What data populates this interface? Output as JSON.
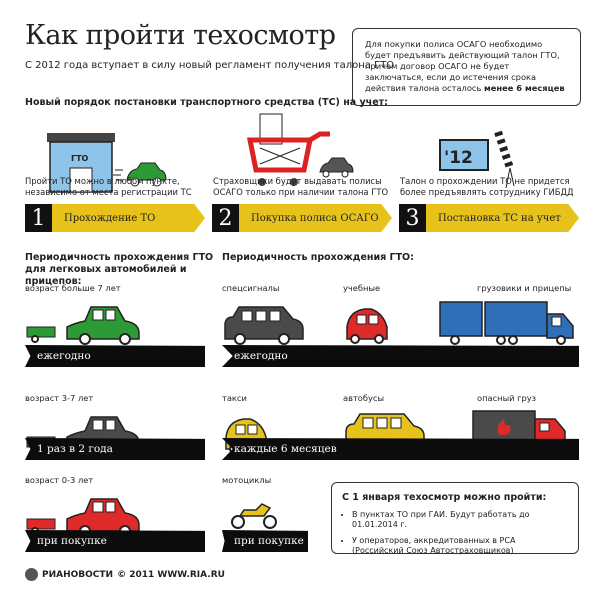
{
  "title": "Как пройти техосмотр",
  "subtitle": "С 2012 года вступает в силу новый регламент получения талона ГТО",
  "note": "Для покупки полиса ОСАГО необходимо будет предъявить действующий талон ГТО, причем договор ОСАГО не будет заключаться, если до истечения срока действия талона осталось",
  "note_bold": "менее 6 месяцев",
  "order_heading": "Новый порядок постановки транспортного средства (ТС) на учет:",
  "icons": {
    "building_label": "ГТО",
    "plate_label": "'12"
  },
  "steps": [
    {
      "num": "1",
      "label": "Прохождение ТО",
      "caption": "Пройти ТО можно в любом пункте, независимо от места регистрации ТС"
    },
    {
      "num": "2",
      "label": "Покупка полиса ОСАГО",
      "caption": "Страховщики будут выдавать полисы ОСАГО только при наличии талона ГТО"
    },
    {
      "num": "3",
      "label": "Постановка ТС на учет",
      "caption": "Талон о прохождении ТО не придется более предъявлять сотруднику ГИБДД"
    }
  ],
  "left_heading": "Периодичность прохождения ГТО для легковых автомобилей и прицепов:",
  "right_heading": "Периодичность прохождения ГТО:",
  "left_rows": [
    {
      "label": "возраст больше 7 лет",
      "band": "ежегодно",
      "color": "#2e9a35"
    },
    {
      "label": "возраст 3-7 лет",
      "band": "1 раз в 2 года",
      "color": "#4a4a4a"
    },
    {
      "label": "возраст 0-3 лет",
      "band": "при покупке",
      "color": "#e02a2a"
    }
  ],
  "right_rows": [
    {
      "labels": [
        "спецсигналы",
        "учебные",
        "грузовики и прицепы"
      ],
      "band": "ежегодно"
    },
    {
      "labels": [
        "такси",
        "автобусы",
        "опасный груз"
      ],
      "band": "каждые 6 месяцев"
    },
    {
      "labels": [
        "мотоциклы"
      ],
      "band": "при покупке"
    }
  ],
  "colors": {
    "yellow": "#e6c21b",
    "blue": "#2f6fb8",
    "red": "#e02a2a",
    "dark": "#4a4a4a",
    "green": "#2e9a35",
    "light_blue": "#8ec3ea"
  },
  "info": {
    "title": "С 1 января техосмотр можно пройти:",
    "items": [
      "В пунктах ТО при ГАИ. Будут работать до 01.01.2014 г.",
      "У операторов, аккредитованных в РСА (Российский Союз Автостраховщиков)"
    ]
  },
  "footer": {
    "brand": "РИАНОВОСТИ",
    "copyright": "© 2011 WWW.RIA.RU"
  }
}
